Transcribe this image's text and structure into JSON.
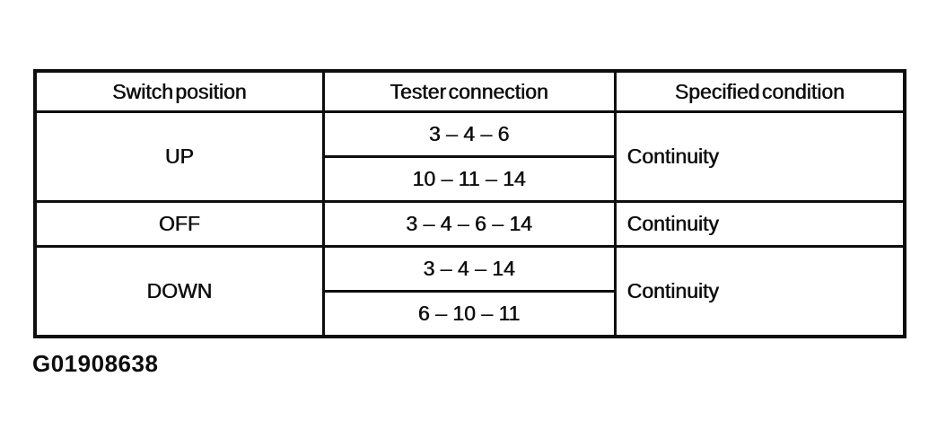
{
  "colors": {
    "ink": "#0d0d0d",
    "paper": "#ffffff"
  },
  "figure_label": "G01908638",
  "table": {
    "columns": [
      "Switch position",
      "Tester connection",
      "Specified condition"
    ],
    "rows": [
      {
        "switch_position": "UP",
        "tester_connections": [
          "3 – 4 – 6",
          "10 – 11 – 14"
        ],
        "specified_condition": "Continuity"
      },
      {
        "switch_position": "OFF",
        "tester_connections": [
          "3 – 4 – 6 – 14"
        ],
        "specified_condition": "Continuity"
      },
      {
        "switch_position": "DOWN",
        "tester_connections": [
          "3 – 4 – 14",
          "6 – 10 – 11"
        ],
        "specified_condition": "Continuity"
      }
    ]
  }
}
